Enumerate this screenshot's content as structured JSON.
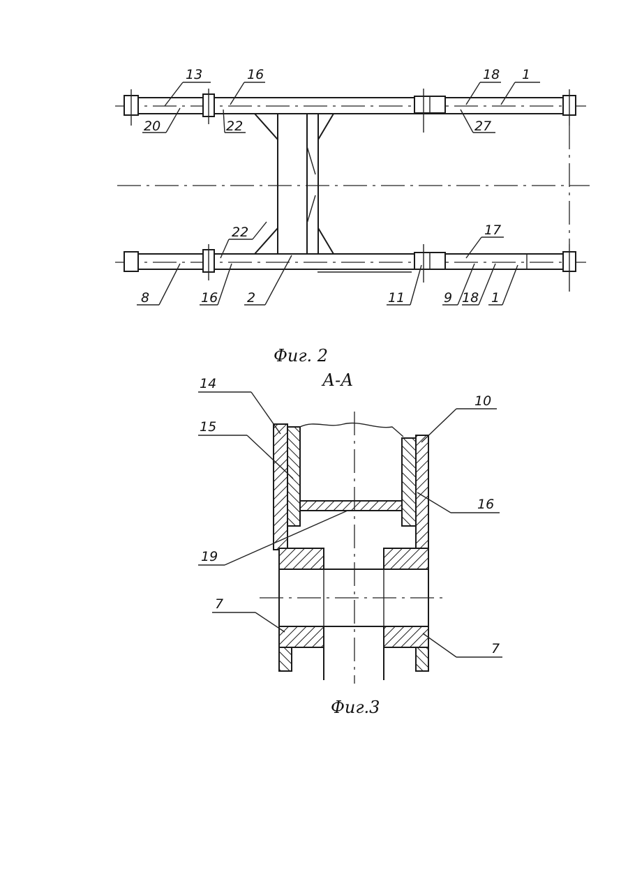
{
  "figure2": {
    "caption": "Фиг. 2",
    "labels": {
      "l13": "13",
      "l16a": "16",
      "l18a": "18",
      "l1a": "1",
      "l20": "20",
      "l22a": "22",
      "l27": "27",
      "l22b": "22",
      "l17": "17",
      "l8": "8",
      "l16b": "16",
      "l2": "2",
      "l11": "11",
      "l9": "9",
      "l18b": "18",
      "l1b": "1"
    }
  },
  "figure3": {
    "caption": "Фиг.3",
    "section_title": "А-А",
    "labels": {
      "l14": "14",
      "l15": "15",
      "l10": "10",
      "l16": "16",
      "l19": "19",
      "l7a": "7",
      "l7b": "7"
    }
  }
}
